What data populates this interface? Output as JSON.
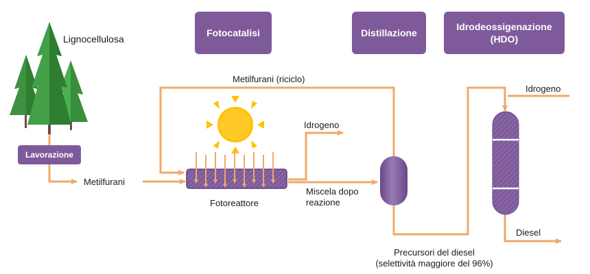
{
  "stages": {
    "fotocatalisi": "Fotocatalisi",
    "distillazione": "Distillazione",
    "hdo_line1": "Idrodeossigenazione",
    "hdo_line2": "(HDO)"
  },
  "labels": {
    "lignocellulosa": "Lignocellulosa",
    "lavorazione": "Lavorazione",
    "metilfurani": "Metilfurani",
    "riciclo": "Metilfurani (riciclo)",
    "idrogeno_out": "Idrogeno",
    "idrogeno_in": "Idrogeno",
    "fotoreattore": "Fotoreattore",
    "miscela_line1": "Miscela dopo",
    "miscela_line2": "reazione",
    "precursori_line1": "Precursori del diesel",
    "precursori_line2": "(selettività maggiore del 96%)",
    "diesel": "Diesel"
  },
  "colors": {
    "stage_fill": "#7e5a9b",
    "flow": "#f0a868",
    "sun": "#ffc000",
    "tree_dark": "#2e7d32",
    "tree_light": "#66bb6a"
  },
  "icons": [
    "tree-icon",
    "sun-icon",
    "photoreactor-icon",
    "distillation-column-icon",
    "hdo-reactor-icon"
  ]
}
